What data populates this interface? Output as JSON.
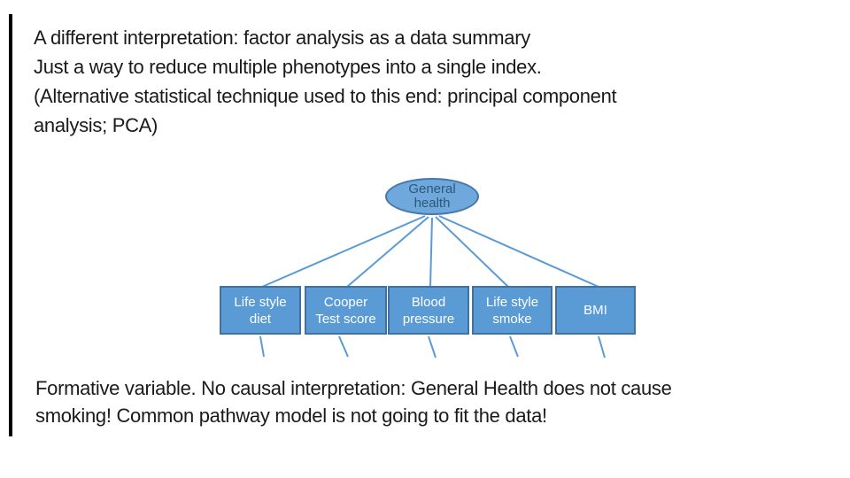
{
  "slide": {
    "title_text": "A different interpretation: factor analysis as a data summary\nJust a way to reduce multiple phenotypes into a single index.\n(Alternative statistical technique used to this end: principal component\nanalysis; PCA)",
    "footer_text": "Formative variable. No causal interpretation: General Health does not cause\nsmoking! Common pathway model is not going to fit the data!",
    "background": "#ffffff",
    "text_color": "#1a1a1a"
  },
  "diagram": {
    "factor": {
      "label": "General\nhealth"
    },
    "indicators": [
      {
        "label": "Life style\ndiet"
      },
      {
        "label": "Cooper\nTest score"
      },
      {
        "label": "Blood\npressure"
      },
      {
        "label": "Life style\nsmoke"
      },
      {
        "label": "BMI"
      }
    ],
    "colors": {
      "box_fill": "#5b9bd5",
      "box_border": "#41719c",
      "ellipse_fill": "#6fa8dc",
      "ellipse_border": "#4577ac",
      "factor_text": "#2e5878",
      "indicator_text": "#ffffff",
      "connector": "#5b9bd5",
      "accent_line": "#000000"
    }
  }
}
